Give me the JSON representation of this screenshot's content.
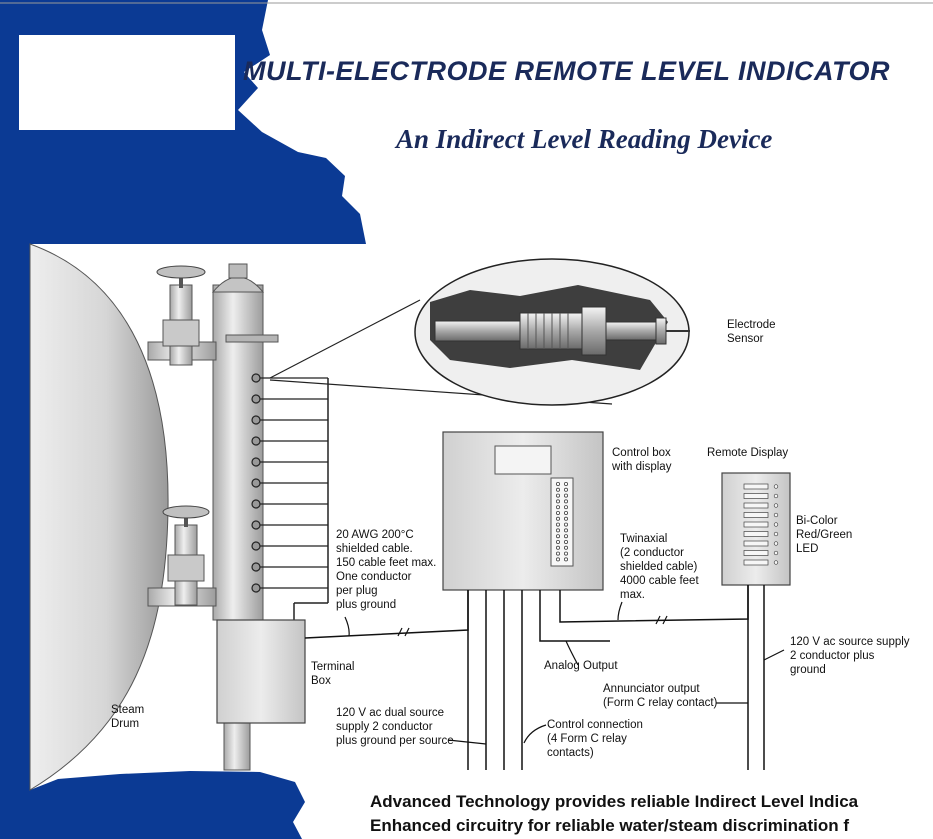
{
  "header": {
    "title": "MULTI-ELECTRODE REMOTE LEVEL INDICATOR",
    "subtitle": "An Indirect Level Reading Device"
  },
  "labels": {
    "electrode_sensor": "Electrode\nSensor",
    "control_box": "Control box\nwith display",
    "remote_display": "Remote Display",
    "bicolor_led": "Bi-Color\nRed/Green\nLED",
    "cable_spec": "20 AWG 200°C\nshielded cable.\n150 cable feet max.\nOne conductor\nper plug\nplus ground",
    "twinaxial": "Twinaxial\n(2 conductor\nshielded cable)\n4000 cable feet\nmax.",
    "terminal_box": "Terminal\nBox",
    "analog_output": "Analog Output",
    "source_supply": "120 V ac source supply\n2 conductor plus\nground",
    "annunciator": "Annunciator output\n(Form C relay contact)",
    "control_connection": "Control connection\n(4 Form C relay\ncontacts)",
    "dual_source": "120 V ac dual source\nsupply 2 conductor\nplus ground per source",
    "steam_drum": "Steam\nDrum"
  },
  "footer": {
    "line1": "Advanced Technology provides reliable Indirect Level Indica",
    "line2": "Enhanced circuitry for reliable water/steam discrimination f"
  },
  "colors": {
    "blue": "#0b3a94",
    "title": "#1a2a5a"
  }
}
